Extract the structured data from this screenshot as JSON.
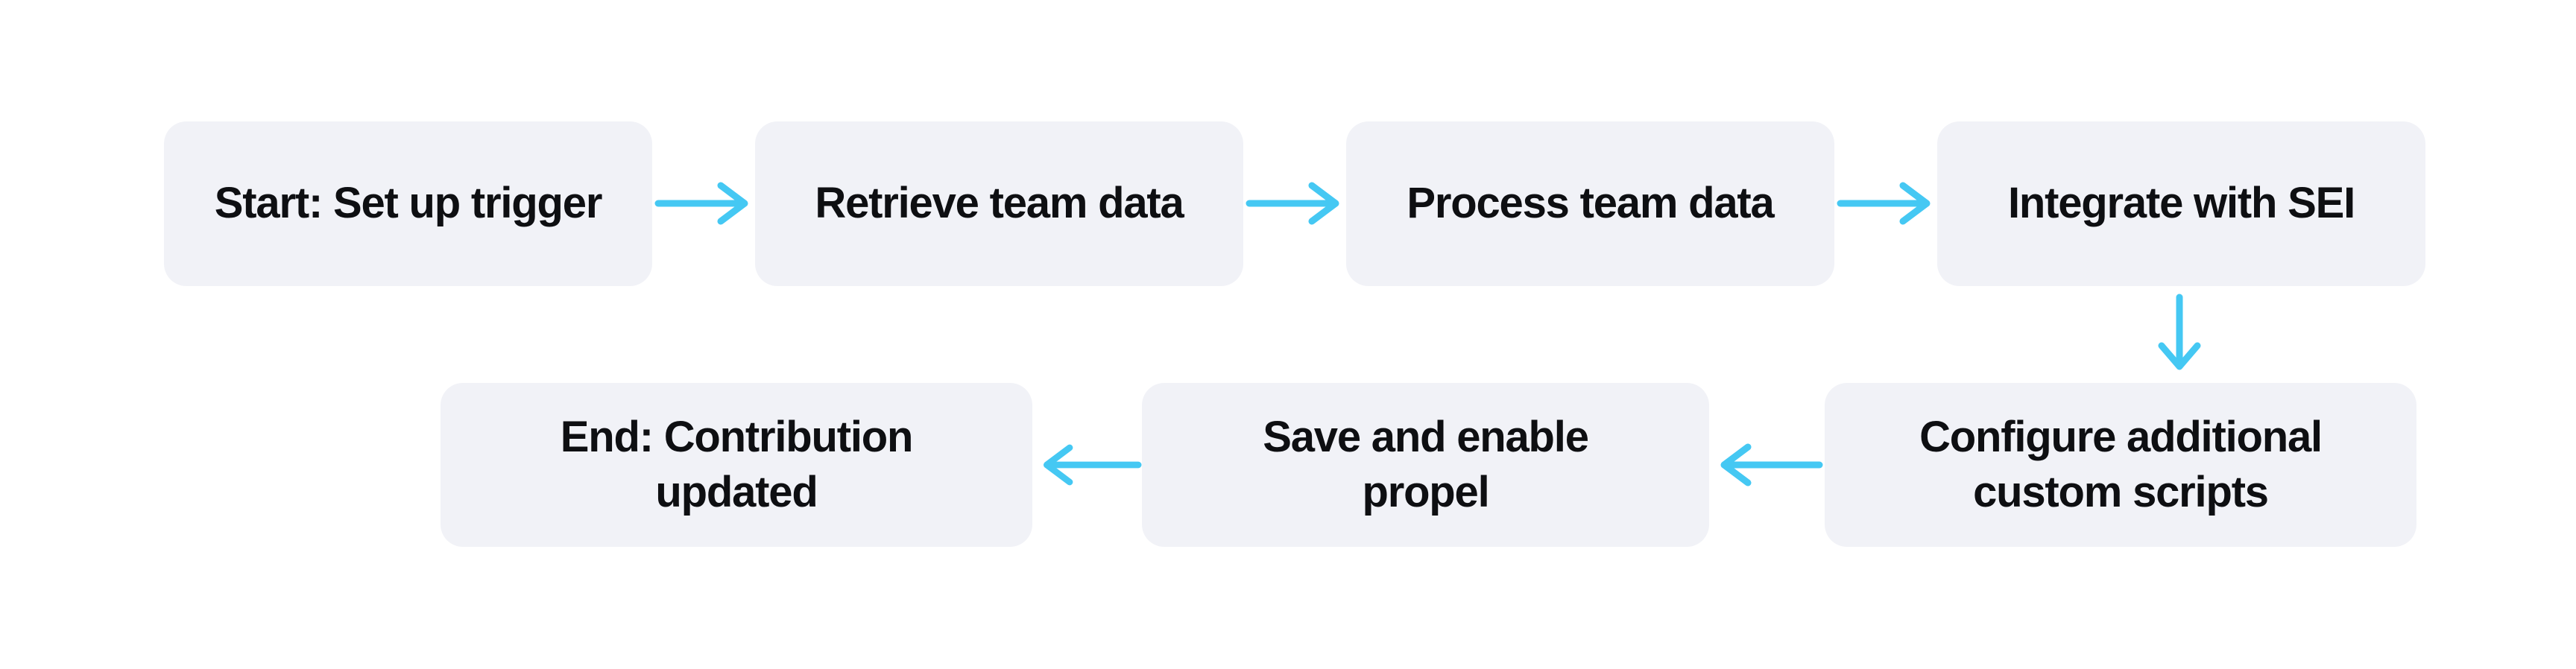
{
  "diagram": {
    "type": "flowchart",
    "layout": "two-row-snake",
    "nodes": [
      {
        "id": "start",
        "label": "Start: Set up trigger",
        "row": 1
      },
      {
        "id": "retrieve",
        "label": "Retrieve team data",
        "row": 1
      },
      {
        "id": "process",
        "label": "Process team data",
        "row": 1
      },
      {
        "id": "integrate",
        "label": "Integrate with SEI",
        "row": 1
      },
      {
        "id": "configure",
        "label": "Configure additional\ncustom scripts",
        "row": 2
      },
      {
        "id": "save",
        "label": "Save and enable\npropel",
        "row": 2
      },
      {
        "id": "end",
        "label": "End: Contribution\nupdated",
        "row": 2
      }
    ],
    "edges": [
      {
        "from": "start",
        "to": "retrieve",
        "direction": "right"
      },
      {
        "from": "retrieve",
        "to": "process",
        "direction": "right"
      },
      {
        "from": "process",
        "to": "integrate",
        "direction": "right"
      },
      {
        "from": "integrate",
        "to": "configure",
        "direction": "down"
      },
      {
        "from": "configure",
        "to": "save",
        "direction": "left"
      },
      {
        "from": "save",
        "to": "end",
        "direction": "left"
      }
    ]
  },
  "colors": {
    "page_bg": "#FFFFFF",
    "node_bg": "#F1F2F7",
    "arrow": "#45C8F3",
    "text": "#0E0F12"
  }
}
